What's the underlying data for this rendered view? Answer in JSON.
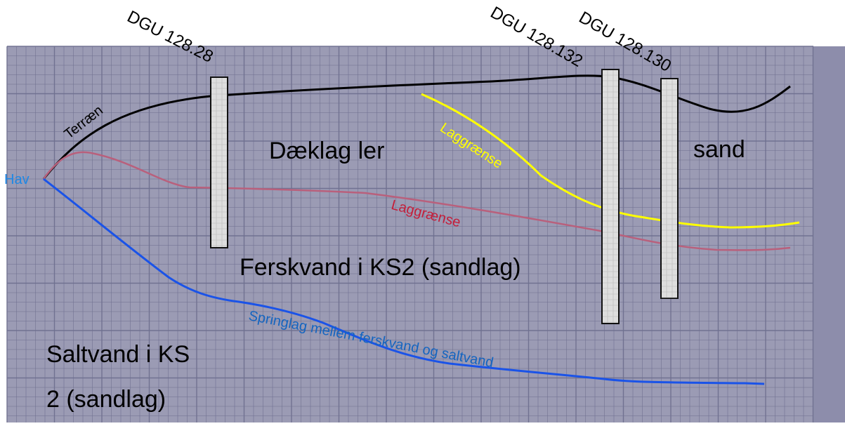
{
  "boreholes": [
    {
      "id": "dgu_128_28",
      "label": "DGU 128.28"
    },
    {
      "id": "dgu_128_132",
      "label": "DGU 128.132"
    },
    {
      "id": "dgu_128_130",
      "label": "DGU 128.130"
    }
  ],
  "curves": {
    "terrain": {
      "label": "Terræn",
      "color": "#000000"
    },
    "layer_boundary_upper": {
      "label": "Laggrænse",
      "color": "#ffff00"
    },
    "layer_boundary_lower": {
      "label": "Laggrænse",
      "color": "#c41e3a",
      "line_color": "#b9607c"
    },
    "interface": {
      "label": "Springlag mellem ferskvand og saltvand",
      "color": "#1565c0",
      "line_color": "#1a53e8"
    }
  },
  "sea": {
    "label": "Hav",
    "color": "#1e88e5"
  },
  "zones": {
    "clay_cover": "Dæklag ler",
    "sand": "sand",
    "freshwater": "Ferskvand i KS2 (sandlag)",
    "saltwater_line1": "Saltvand i KS",
    "saltwater_line2": "2 (sandlag)"
  },
  "colors": {
    "background": "#9b9bb4",
    "grid": "#6f7090",
    "right_panel": "#8d8dab",
    "borehole_fill": "#dedede",
    "borehole_border": "#111111"
  }
}
